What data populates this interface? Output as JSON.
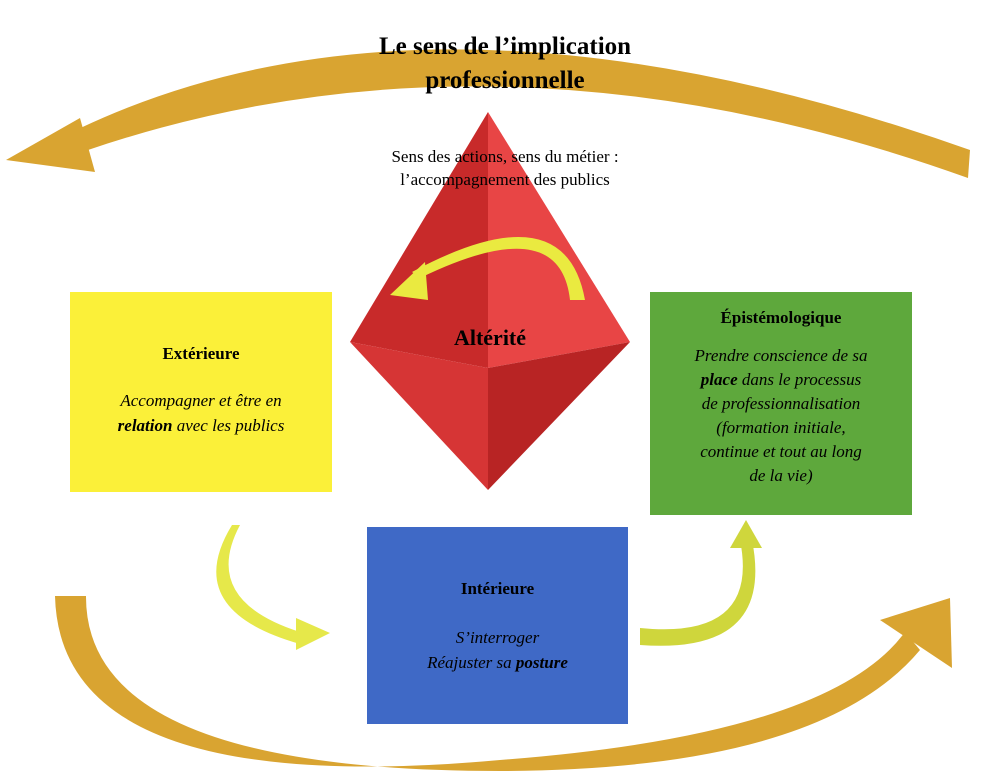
{
  "title": {
    "line1": "Le sens de l’implication",
    "line2": "professionnelle"
  },
  "subtitle": {
    "line1": "Sens des actions, sens du métier :",
    "line2": "l’accompagnement des publics"
  },
  "center": {
    "label": "Altérité"
  },
  "boxes": {
    "exterieure": {
      "title": "Extérieure",
      "line1": "Accompagner et être en",
      "line2_em": "relation",
      "line2_rest": " avec les publics"
    },
    "epistemologique": {
      "title": "Épistémologique",
      "line1": "Prendre conscience de sa",
      "line2_em": "place",
      "line2_rest": " dans le processus",
      "line3": "de professionnalisation",
      "line4": "(formation initiale,",
      "line5": "continue et tout au long",
      "line6": "de la vie)"
    },
    "interieure": {
      "title": "Intérieure",
      "line1": "S’interroger",
      "line2_pre": "Réajuster sa ",
      "line2_em": "posture"
    }
  },
  "colors": {
    "gold_arrow": "#d9a431",
    "light_arrow": "#e6e84a",
    "diamond_red": "#e43a3a",
    "box_yellow": "#fbf039",
    "box_green": "#5ea83c",
    "box_blue": "#3f69c6"
  }
}
